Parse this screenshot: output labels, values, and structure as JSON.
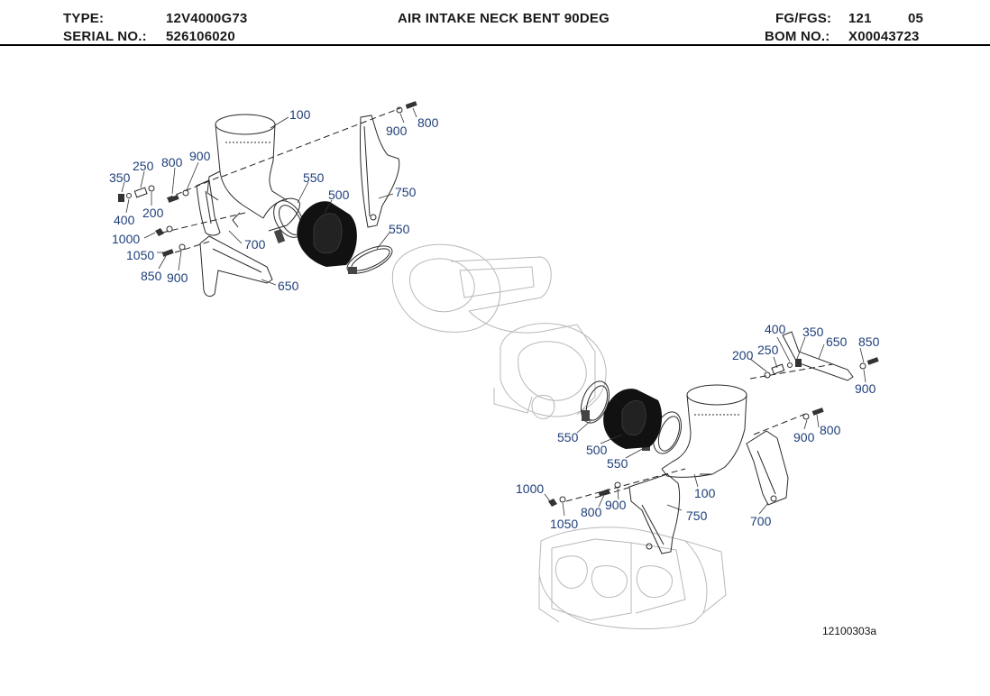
{
  "header": {
    "type_label": "TYPE:",
    "type_value": "12V4000G73",
    "serial_label": "SERIAL NO.:",
    "serial_value": "526106020",
    "title": "AIR INTAKE NECK BENT 90DEG",
    "fg_label": "FG/FGS:",
    "fg_value": "121",
    "fg_sub": "05",
    "bom_label": "BOM NO.:",
    "bom_value": "X00043723"
  },
  "colors": {
    "callout": "#1f3f7a",
    "line_dark": "#2a2a2a",
    "line_light": "#b8b8b8",
    "sleeve": "#111111"
  },
  "callouts_upper": {
    "c100": "100",
    "c900a": "900",
    "c800a": "800",
    "c250": "250",
    "c800b": "800",
    "c900b": "900",
    "c350": "350",
    "c550a": "550",
    "c500": "500",
    "c750": "750",
    "c400": "400",
    "c200": "200",
    "c1000": "1000",
    "c700": "700",
    "c550b": "550",
    "c1050": "1050",
    "c850": "850",
    "c900c": "900",
    "c650": "650"
  },
  "callouts_lower": {
    "c400": "400",
    "c350": "350",
    "c650": "650",
    "c850": "850",
    "c250": "250",
    "c200": "200",
    "c900a": "900",
    "c800": "800",
    "c900b": "900",
    "c550a": "550",
    "c500": "500",
    "c550b": "550",
    "c100": "100",
    "c1000": "1000",
    "c900c": "900",
    "c800b": "800",
    "c1050": "1050",
    "c750": "750",
    "c700": "700"
  },
  "doc_number": "12100303a"
}
